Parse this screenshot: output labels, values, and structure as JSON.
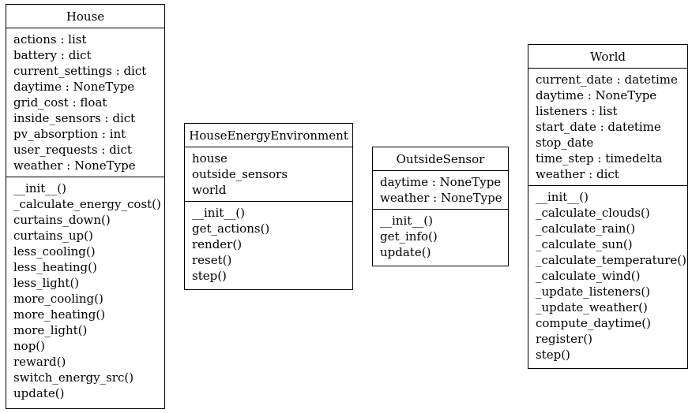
{
  "diagram": {
    "classes": [
      {
        "name": "House",
        "attributes": [
          "actions : list",
          "battery : dict",
          "current_settings : dict",
          "daytime : NoneType",
          "grid_cost : float",
          "inside_sensors : dict",
          "pv_absorption : int",
          "user_requests : dict",
          "weather : NoneType"
        ],
        "methods": [
          "__init__()",
          "_calculate_energy_cost()",
          "curtains_down()",
          "curtains_up()",
          "less_cooling()",
          "less_heating()",
          "less_light()",
          "more_cooling()",
          "more_heating()",
          "more_light()",
          "nop()",
          "reward()",
          "switch_energy_src()",
          "update()"
        ]
      },
      {
        "name": "HouseEnergyEnvironment",
        "attributes": [
          "house",
          "outside_sensors",
          "world"
        ],
        "methods": [
          "__init__()",
          "get_actions()",
          "render()",
          "reset()",
          "step()"
        ]
      },
      {
        "name": "OutsideSensor",
        "attributes": [
          "daytime : NoneType",
          "weather : NoneType"
        ],
        "methods": [
          "__init__()",
          "get_info()",
          "update()"
        ]
      },
      {
        "name": "World",
        "attributes": [
          "current_date : datetime",
          "daytime : NoneType",
          "listeners : list",
          "start_date : datetime",
          "stop_date",
          "time_step : timedelta",
          "weather : dict"
        ],
        "methods": [
          "__init__()",
          "_calculate_clouds()",
          "_calculate_rain()",
          "_calculate_sun()",
          "_calculate_temperature()",
          "_calculate_wind()",
          "_update_listeners()",
          "_update_weather()",
          "compute_daytime()",
          "register()",
          "step()"
        ]
      }
    ]
  }
}
